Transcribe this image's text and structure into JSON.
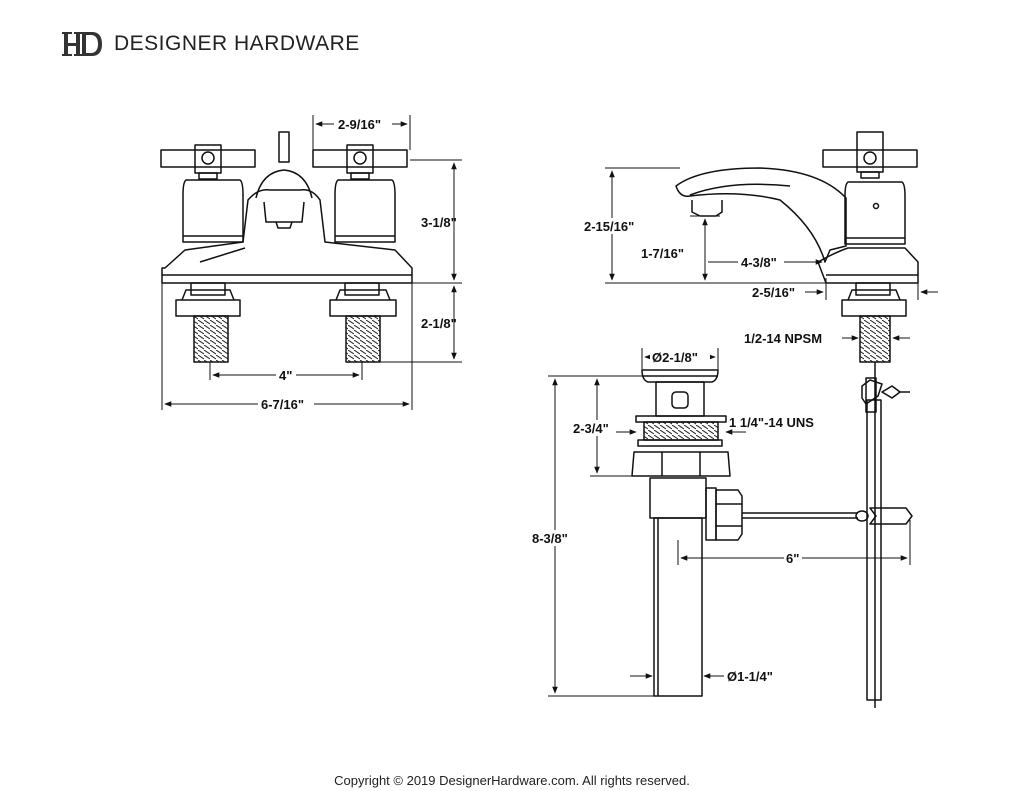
{
  "brand": {
    "name": "DESIGNER HARDWARE",
    "logo_icon": "dh-monogram-icon"
  },
  "dimensions": {
    "front_spout_width": "2-9/16\"",
    "front_height": "3-1/8\"",
    "front_shank_length": "2-1/8\"",
    "front_center_spread": "4\"",
    "front_overall_width": "6-7/16\"",
    "side_height": "2-15/16\"",
    "side_spout_height": "1-7/16\"",
    "side_spout_reach": "4-3/8\"",
    "side_base_depth": "2-5/16\"",
    "side_thread": "1/2-14 NPSM",
    "drain_flange_dia": "Ø2-1/8\"",
    "drain_thread": "1 1/4\"-14 UNS",
    "drain_upper_height": "2-3/4\"",
    "drain_overall_height": "8-3/8\"",
    "drain_rod_length": "6\"",
    "drain_tail_dia": "Ø1-1/4\""
  },
  "footer": {
    "copyright": "Copyright © 2019 DesignerHardware.com. All rights reserved."
  }
}
